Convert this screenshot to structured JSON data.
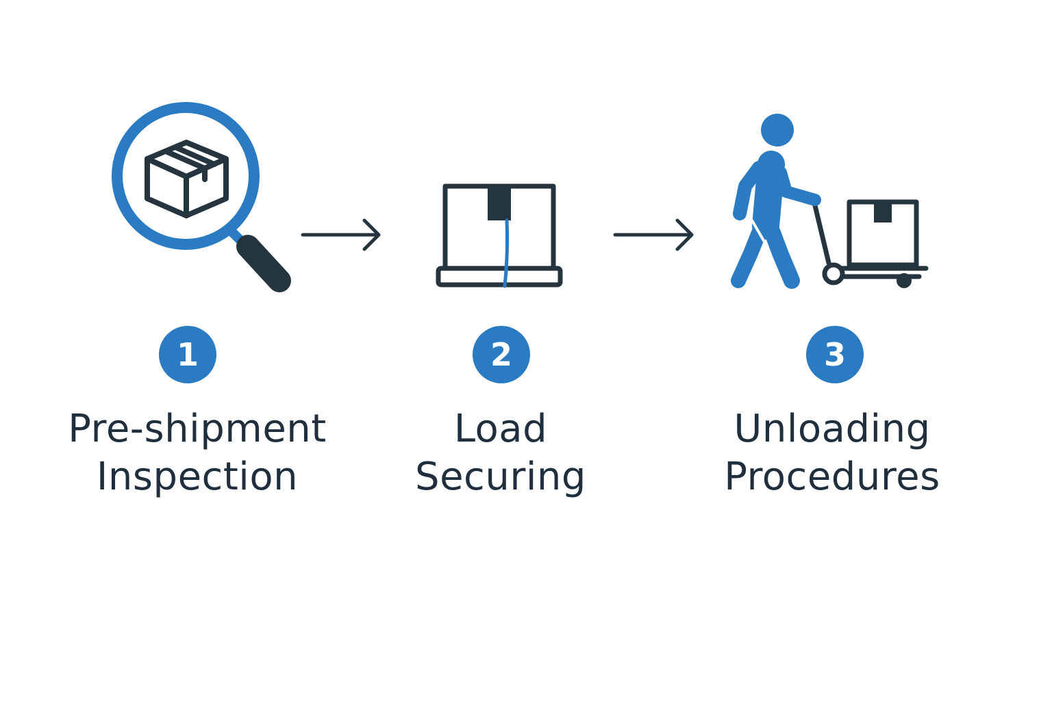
{
  "colors": {
    "accent": "#2a7bc2",
    "ink": "#253540",
    "text": "#1f2f3d",
    "background": "#ffffff"
  },
  "steps": [
    {
      "number": "1",
      "label_line1": "Pre-shipment",
      "label_line2": "Inspection",
      "icon": "magnifier-box-icon"
    },
    {
      "number": "2",
      "label_line1": "Load",
      "label_line2": "Securing",
      "icon": "strapped-box-on-pallet-icon"
    },
    {
      "number": "3",
      "label_line1": "Unloading",
      "label_line2": "Procedures",
      "icon": "person-with-hand-truck-icon"
    }
  ],
  "connectors": [
    {
      "from": "1",
      "to": "2",
      "icon": "arrow-right-icon"
    },
    {
      "from": "2",
      "to": "3",
      "icon": "arrow-right-icon"
    }
  ]
}
